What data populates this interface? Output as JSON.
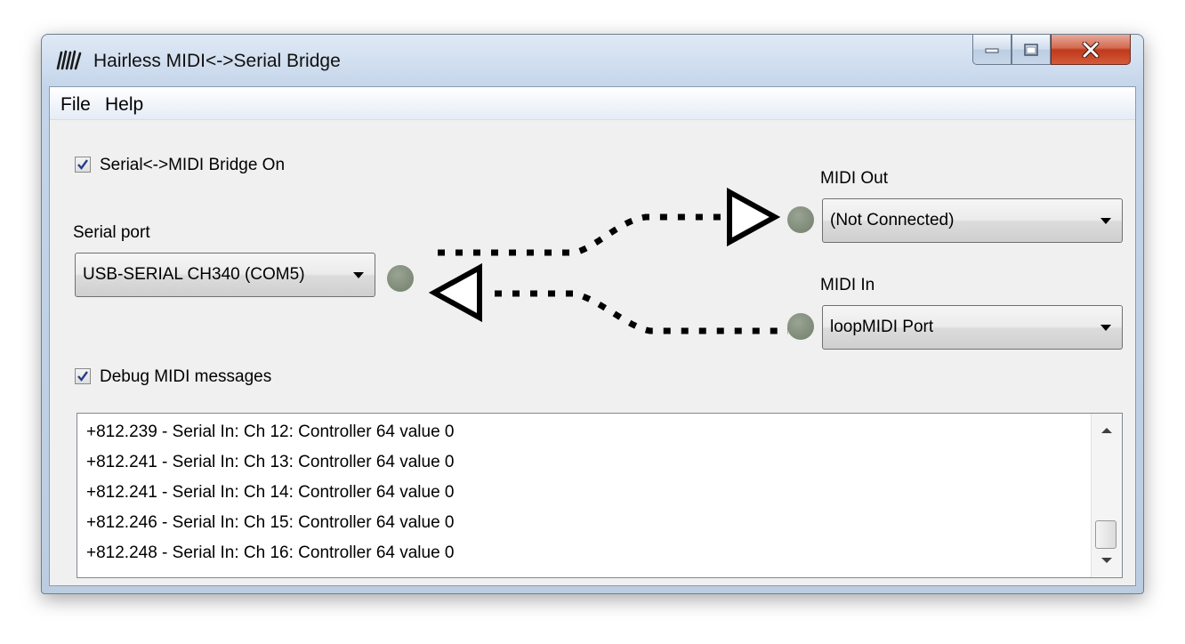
{
  "window": {
    "title": "Hairless MIDI<->Serial Bridge"
  },
  "menu": {
    "items": [
      "File",
      "Help"
    ]
  },
  "bridge": {
    "checkbox_label": "Serial<->MIDI Bridge On",
    "checked": true
  },
  "serial": {
    "label": "Serial port",
    "selected": "USB-SERIAL CH340 (COM5)"
  },
  "midi_out": {
    "label": "MIDI Out",
    "selected": "(Not Connected)"
  },
  "midi_in": {
    "label": "MIDI In",
    "selected": "loopMIDI Port"
  },
  "debug": {
    "checkbox_label": "Debug MIDI messages",
    "checked": true
  },
  "log": {
    "lines": [
      "+812.239 - Serial In: Ch 12: Controller 64 value 0",
      "+812.241 - Serial In: Ch 13: Controller 64 value 0",
      "+812.241 - Serial In: Ch 14: Controller 64 value 0",
      "+812.246 - Serial In: Ch 15: Controller 64 value 0",
      "+812.248 - Serial In: Ch 16: Controller 64 value 0"
    ]
  },
  "icons": {
    "app": "hairless-logo-icon",
    "minimize": "minimize-icon",
    "maximize": "maximize-icon",
    "close": "close-icon",
    "led": "status-led-icon",
    "arrow_out": "arrow-right-outline-icon",
    "arrow_in": "arrow-left-outline-icon"
  },
  "colors": {
    "led": "#8a9483",
    "close_button": "#c7452a",
    "frame": "#c4d5ea"
  }
}
